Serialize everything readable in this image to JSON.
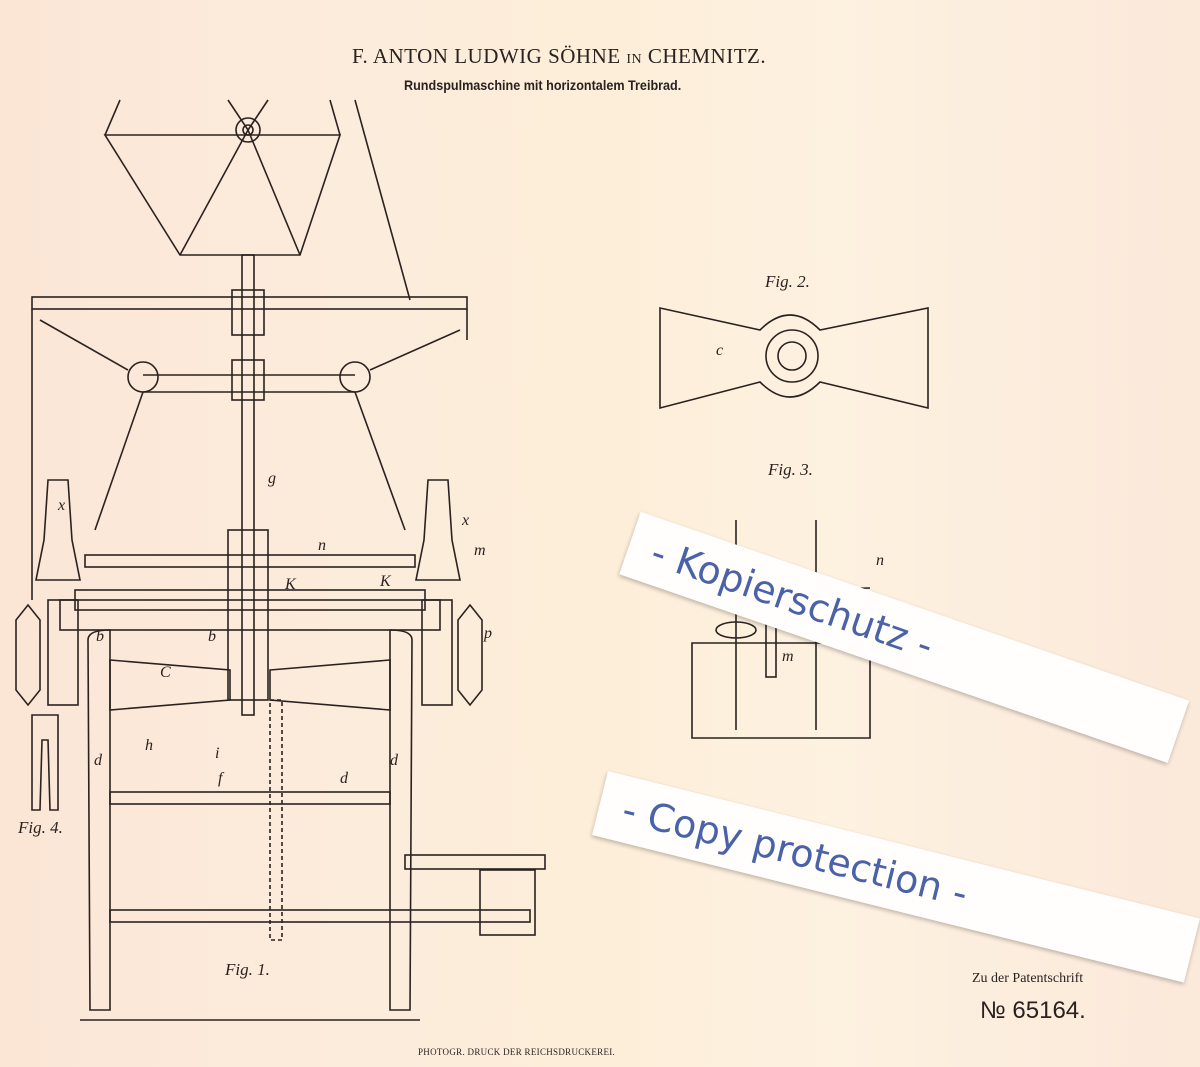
{
  "header": {
    "applicant": "F. ANTON LUDWIG SÖHNE",
    "in": "IN",
    "city": "CHEMNITZ.",
    "subtitle": "Rundspulmaschine mit horizontalem Treibrad."
  },
  "figures": {
    "fig1": "Fig. 1.",
    "fig2": "Fig. 2.",
    "fig3": "Fig. 3.",
    "fig4": "Fig. 4."
  },
  "labels": {
    "g": "g",
    "n": "n",
    "m": "m",
    "x": "x",
    "K": "K",
    "b": "b",
    "C": "C",
    "p": "p",
    "h": "h",
    "i": "i",
    "f": "f",
    "d": "d",
    "c": "c"
  },
  "stickers": {
    "kopierschutz": "- Kopierschutz -",
    "copy": "- Copy protection -"
  },
  "footer": {
    "zu": "Zu der Patentschrift",
    "number": "№ 65164.",
    "printer": "PHOTOGR. DRUCK DER REICHSDRUCKEREI."
  },
  "colors": {
    "ink": "#2a2220",
    "sticker_ink": "#4a62a8"
  }
}
